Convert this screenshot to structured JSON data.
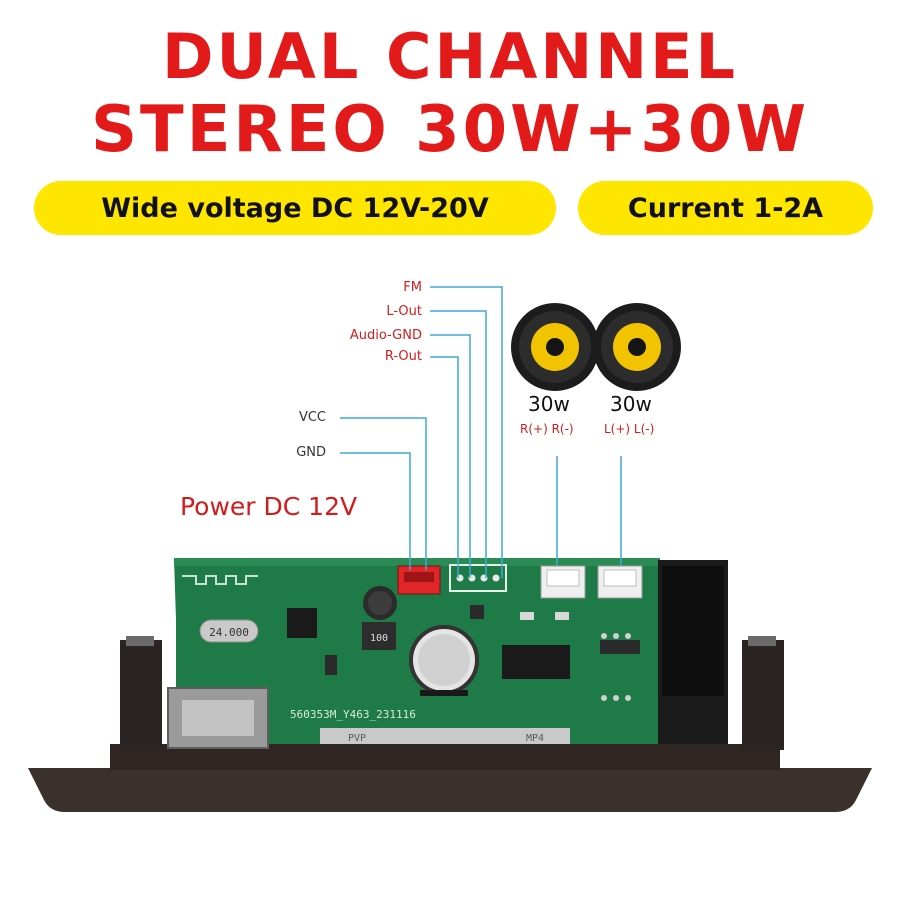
{
  "headline": {
    "line1": "DUAL CHANNEL",
    "line2": "STEREO 30W+30W"
  },
  "specs": {
    "voltage": "Wide voltage DC 12V-20V",
    "current": "Current 1-2A"
  },
  "pins": {
    "fm": "FM",
    "l_out": "L-Out",
    "audio_gnd": "Audio-GND",
    "r_out": "R-Out",
    "vcc": "VCC",
    "gnd": "GND"
  },
  "power_label": "Power DC 12V",
  "speakers": {
    "right": {
      "power": "30w",
      "pins": "R(+) R(-)"
    },
    "left": {
      "power": "30w",
      "pins": "L(+) L(-)"
    }
  },
  "board": {
    "crystal": "24.000",
    "capacitor_small": "100",
    "silkscreen": "560353M_Y463_231116",
    "slot_label_left": "PVP",
    "slot_label_right": "MP4"
  },
  "colors": {
    "headline": "#e21a1a",
    "pill": "#ffe600",
    "callout_line": "#3fa9d6",
    "pcb": "#1e7a46",
    "panel": "#3a302c"
  }
}
